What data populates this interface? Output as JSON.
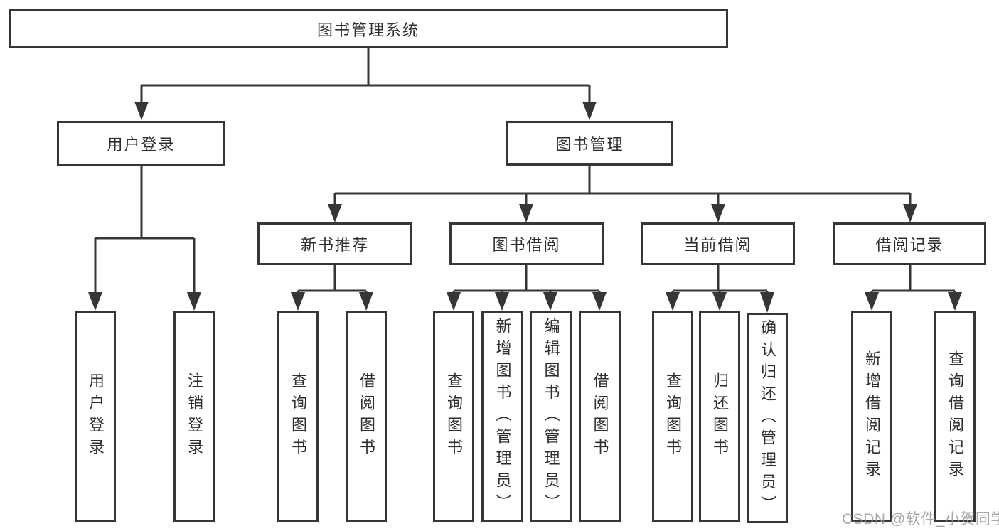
{
  "root": {
    "label": "图书管理系统"
  },
  "branches": {
    "user_login": {
      "label": "用户登录",
      "children": [
        "用户登录",
        "注销登录"
      ]
    },
    "book_mgmt": {
      "label": "图书管理"
    }
  },
  "modules": {
    "new_books": {
      "label": "新书推荐",
      "children": [
        "查询图书",
        "借阅图书"
      ]
    },
    "borrow": {
      "label": "图书借阅",
      "children": [
        "查询图书",
        "新增图书（管理员）",
        "编辑图书（管理员）",
        "借阅图书"
      ]
    },
    "current": {
      "label": "当前借阅",
      "children": [
        "查询图书",
        "归还图书",
        "确认归还（管理员）"
      ]
    },
    "records": {
      "label": "借阅记录",
      "children": [
        "新增借阅记录",
        "查询借阅记录"
      ]
    }
  },
  "colors": {
    "line": "#363636",
    "text": "#2e2e2e",
    "watermark": "#969696",
    "background": "#ffffff"
  },
  "watermark": "CSDN @软件_小贺同学"
}
